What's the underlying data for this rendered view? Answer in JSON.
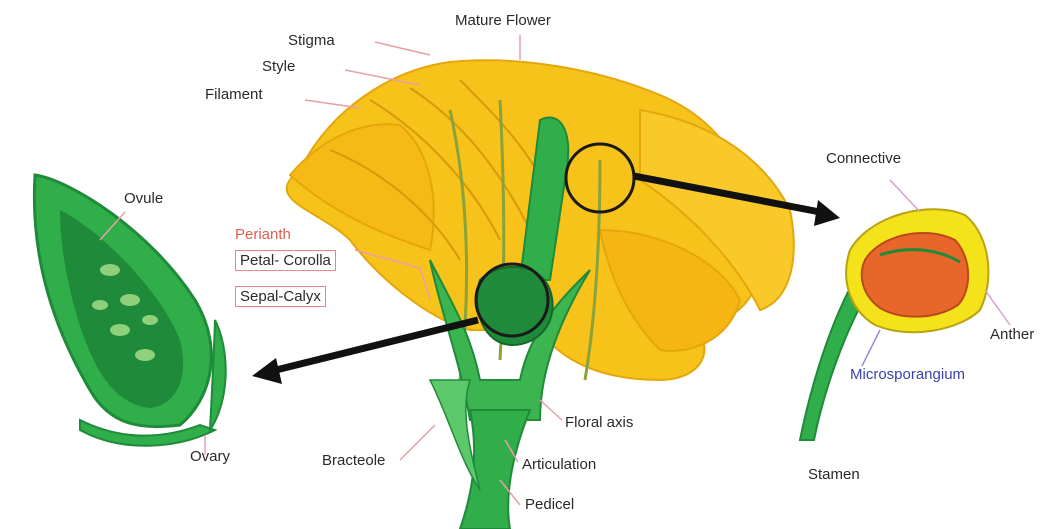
{
  "labels": {
    "mature_flower": "Mature Flower",
    "stigma": "Stigma",
    "style": "Style",
    "filament": "Filament",
    "ovule": "Ovule",
    "perianth": "Perianth",
    "petal_corolla": "Petal- Corolla",
    "sepal_calyx": "Sepal-Calyx",
    "ovary": "Ovary",
    "bracteole": "Bracteole",
    "floral_axis": "Floral axis",
    "articulation": "Articulation",
    "pedicel": "Pedicel",
    "connective": "Connective",
    "anther": "Anther",
    "microsporangium": "Microsporangium",
    "stamen": "Stamen"
  },
  "colors": {
    "petal_yellow": "#f7c21a",
    "petal_edge": "#e3a70c",
    "green_dark": "#1f8a3a",
    "green_mid": "#2fae4a",
    "green_light": "#5cc86a",
    "anther_orange": "#e8662a",
    "arrow": "#111111",
    "label_line_pink": "#e8a0a8"
  }
}
